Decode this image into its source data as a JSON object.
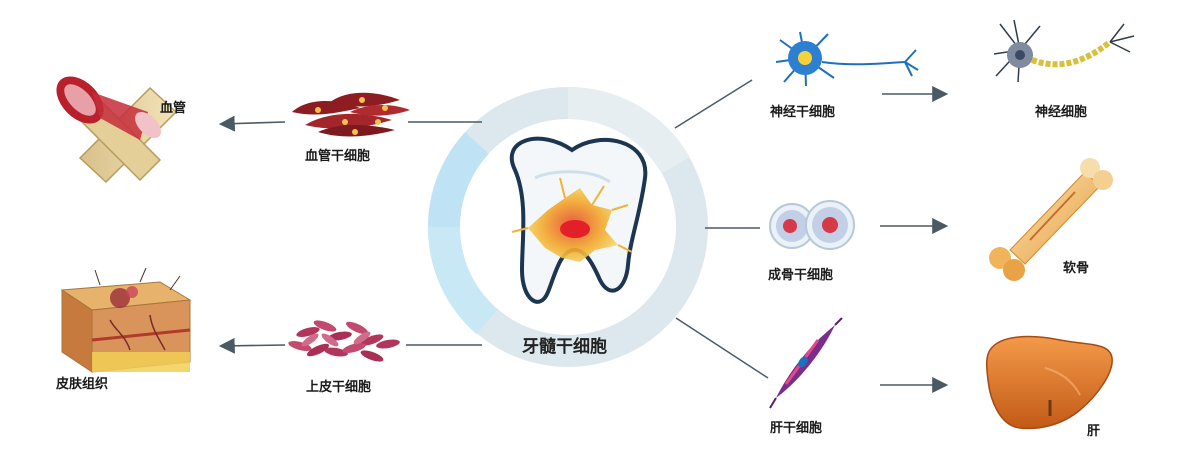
{
  "center": {
    "label": "牙髓干细胞"
  },
  "left": [
    {
      "cell_label": "血管干细胞",
      "result_label": "血管"
    },
    {
      "cell_label": "上皮干细胞",
      "result_label": "皮肤组织"
    }
  ],
  "right": [
    {
      "cell_label": "神经干细胞",
      "result_label": "神经细胞"
    },
    {
      "cell_label": "成骨干细胞",
      "result_label": "软骨"
    },
    {
      "cell_label": "肝干细胞",
      "result_label": "肝"
    }
  ],
  "colors": {
    "ring_light": "#dfe9ef",
    "ring_blue": "#bfe3f5",
    "tooth_outline": "#1c3550",
    "arrow": "#4a5a63",
    "liver": "#e07a2c",
    "vessel": "#b8202b",
    "cell_red": "#a0263c",
    "neuron_blue": "#1f6fc0"
  }
}
